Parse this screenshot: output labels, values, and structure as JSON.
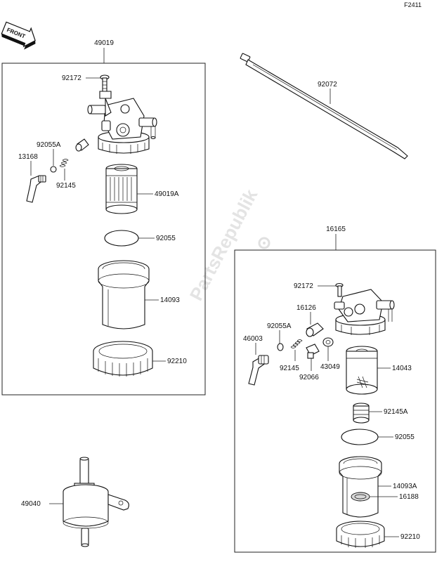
{
  "sheet_code": "F2411",
  "front_label": "FRONT",
  "watermark": "PartsRepublik",
  "callouts": {
    "assy_left": "49019",
    "bolt_left": "92172",
    "seal_left": "92055A",
    "lever_left": "13168",
    "spring_left": "92145",
    "element_left": "49019A",
    "oring_left": "92055",
    "bowl_left": "14093",
    "ring_left": "92210",
    "tie_band": "92072",
    "assy_right": "16165",
    "bolt_right": "92172",
    "plug_right": "16126",
    "seal_right": "92055A",
    "lever_right": "46003",
    "spring_right": "92145",
    "washer_right": "43049",
    "fitting_right": "92066",
    "element_right": "14043",
    "spring_big_right": "92145A",
    "oring_right": "92055",
    "bowl_right": "14093A",
    "float_right": "16188",
    "ring_right": "92210",
    "inline_filter": "49040"
  }
}
